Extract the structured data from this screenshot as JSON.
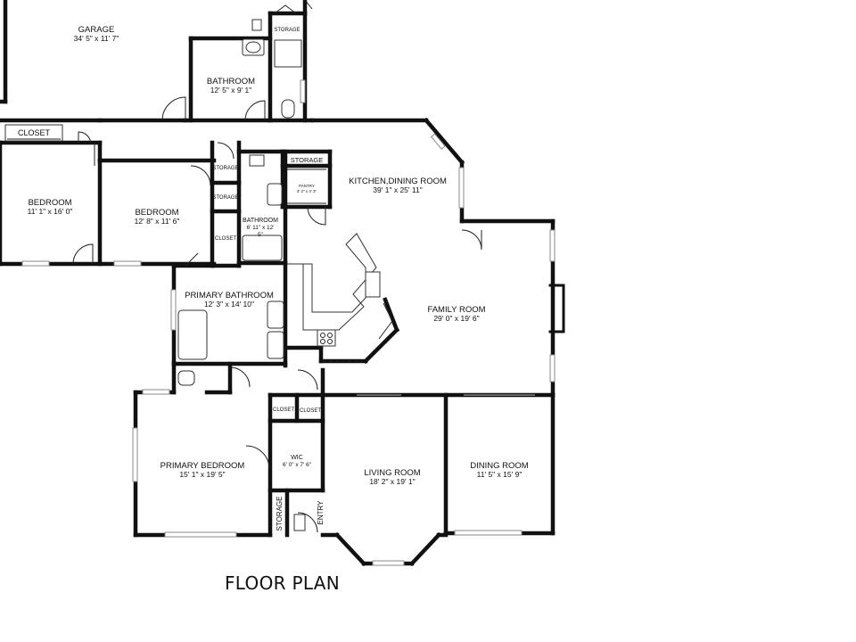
{
  "title": "FLOOR PLAN",
  "rooms": {
    "garage": {
      "name": "GARAGE",
      "dims": "34' 5\" x 11' 7\""
    },
    "bathroom_upper": {
      "name": "BATHROOM",
      "dims": "12' 5\" x 9' 1\""
    },
    "storage_top": {
      "name": "STORAGE"
    },
    "closet_left": {
      "name": "CLOSET"
    },
    "bedroom_left": {
      "name": "BEDROOM",
      "dims": "11' 1\" x 16' 0\""
    },
    "bedroom_mid": {
      "name": "BEDROOM",
      "dims": "12' 8\" x 11' 6\""
    },
    "storage_a": {
      "name": "STORAGE"
    },
    "storage_b": {
      "name": "STORAGE"
    },
    "closet_small": {
      "name": "CLOSET"
    },
    "bathroom_mid": {
      "name": "BATHROOM",
      "dims_line1": "6' 11\" x 12'",
      "dims_line2": "5\""
    },
    "storage_kitchen": {
      "name": "STORAGE"
    },
    "pantry": {
      "name": "PANTRY",
      "dims": "3' 2\" x 4' 3\""
    },
    "kitchen_dining": {
      "name": "KITCHEN,DINING ROOM",
      "dims": "39' 1\" x 25' 11\""
    },
    "family_room": {
      "name": "FAMILY ROOM",
      "dims": "29' 0\" x 19' 6\""
    },
    "primary_bathroom": {
      "name": "PRIMARY BATHROOM",
      "dims": "12' 3\" x 14' 10\""
    },
    "closet_a": {
      "name": "CLOSET"
    },
    "closet_b": {
      "name": "CLOSET"
    },
    "wic": {
      "name": "WIC",
      "dims": "6' 0\" x 7' 6\""
    },
    "primary_bedroom": {
      "name": "PRIMARY BEDROOM",
      "dims": "15' 1\" x 19' 5\""
    },
    "living_room": {
      "name": "LIVING ROOM",
      "dims": "18' 2\" x 19' 1\""
    },
    "dining_room": {
      "name": "DINING ROOM",
      "dims": "11' 5\" x 15' 9\""
    },
    "storage_entry": {
      "name": "STORAGE"
    },
    "entry": {
      "name": "ENTRY"
    }
  }
}
